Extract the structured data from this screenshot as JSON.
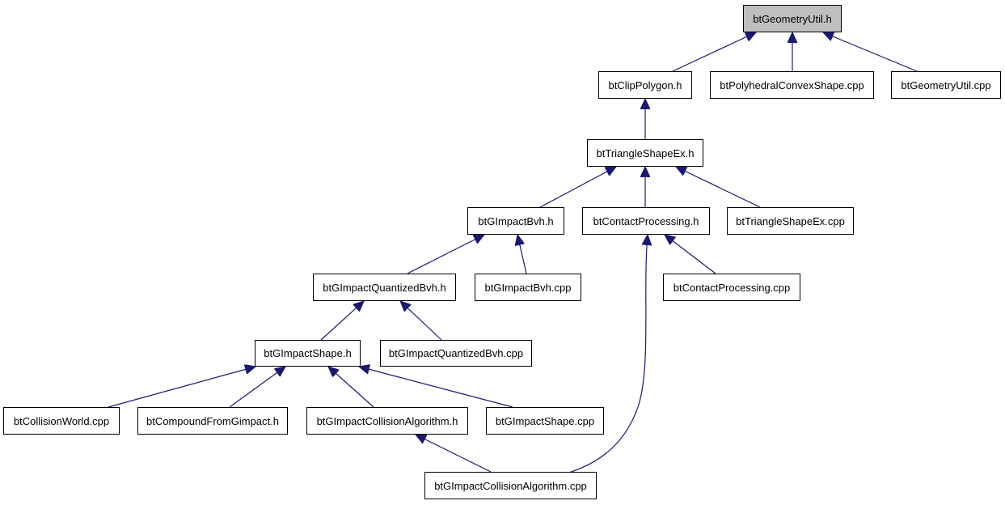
{
  "colors": {
    "edge": "#191970",
    "border": "#000000",
    "root_fill": "#bfbfbf",
    "node_fill": "#ffffff"
  },
  "nodes": {
    "bt_geometry_util_h": "btGeometryUtil.h",
    "bt_clip_polygon_h": "btClipPolygon.h",
    "bt_polyhedral_convex_shape_cpp": "btPolyhedralConvexShape.cpp",
    "bt_geometry_util_cpp": "btGeometryUtil.cpp",
    "bt_triangle_shape_ex_h": "btTriangleShapeEx.h",
    "bt_gimpact_bvh_h": "btGImpactBvh.h",
    "bt_contact_processing_h": "btContactProcessing.h",
    "bt_triangle_shape_ex_cpp": "btTriangleShapeEx.cpp",
    "bt_gimpact_quantized_bvh_h": "btGImpactQuantizedBvh.h",
    "bt_gimpact_bvh_cpp": "btGImpactBvh.cpp",
    "bt_contact_processing_cpp": "btContactProcessing.cpp",
    "bt_gimpact_shape_h": "btGImpactShape.h",
    "bt_gimpact_quantized_bvh_cpp": "btGImpactQuantizedBvh.cpp",
    "bt_collision_world_cpp": "btCollisionWorld.cpp",
    "bt_compound_from_gimpact_h": "btCompoundFromGimpact.h",
    "bt_gimpact_collision_algorithm_h": "btGImpactCollisionAlgorithm.h",
    "bt_gimpact_shape_cpp": "btGImpactShape.cpp",
    "bt_gimpact_collision_algorithm_cpp": "btGImpactCollisionAlgorithm.cpp"
  }
}
